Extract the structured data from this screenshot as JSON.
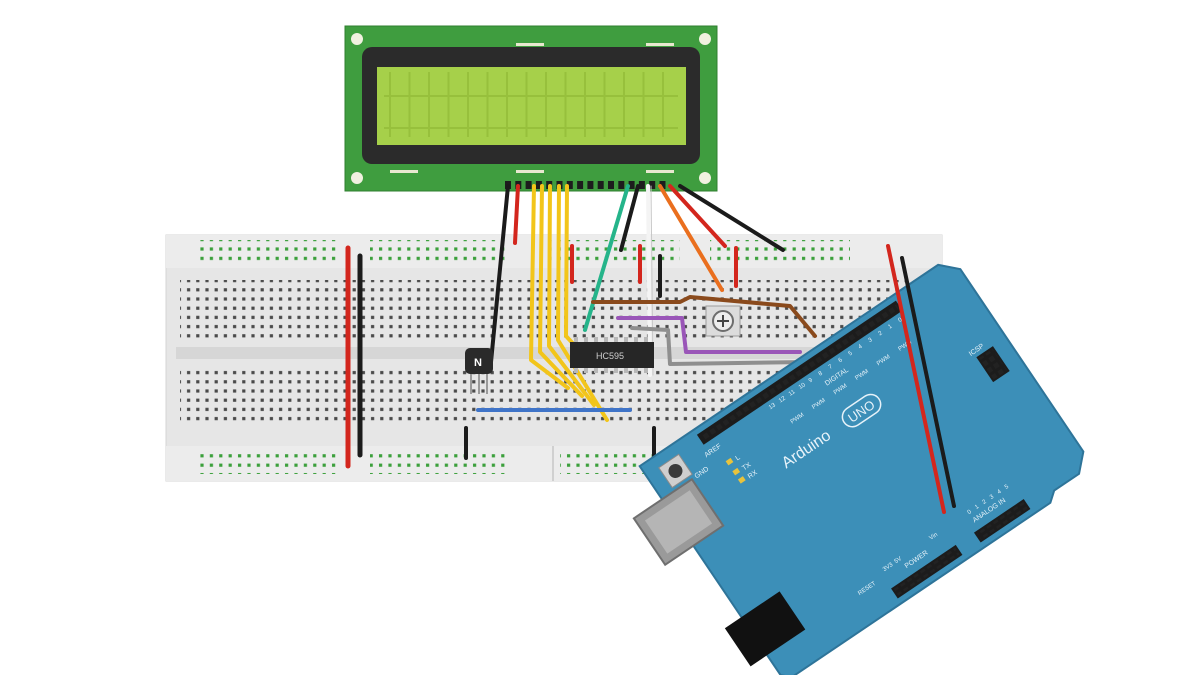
{
  "lcd": {
    "name": "16x2 character LCD",
    "pin_count": 16
  },
  "ic": {
    "label": "HC595"
  },
  "transistor": {
    "label": "N"
  },
  "arduino": {
    "brand": "Arduino",
    "model": "UNO",
    "digital_header_label": "DIGITAL",
    "pwm_labels": [
      "PWM",
      "PWM",
      "PWM",
      "PWM",
      "PWM",
      "PWM"
    ],
    "analog_label": "ANALOG IN",
    "power_label": "POWER",
    "icsp_label": "ICSP",
    "aref_label": "AREF",
    "gnd_label": "GND",
    "tx_label": "TX",
    "rx_label": "RX",
    "l_label": "L",
    "reset_label": "RESET",
    "v33_label": "3V3",
    "v5_label": "5V",
    "vin_label": "Vin",
    "pin_numbers_digital": [
      "13",
      "12",
      "11",
      "10",
      "9",
      "8",
      "7",
      "6",
      "5",
      "4",
      "3",
      "2",
      "1",
      "0"
    ],
    "pin_numbers_analog": [
      "0",
      "1",
      "2",
      "3",
      "4",
      "5"
    ]
  },
  "colors": {
    "lcd_board": "#3f9d3f",
    "lcd_screen": "#a6d04a",
    "arduino_board": "#3c8fb8",
    "breadboard": "#e9e9e9",
    "wire_yellow": "#f2c51a",
    "wire_red": "#d3261d",
    "wire_black": "#1b1b1b",
    "wire_green": "#25b48a",
    "wire_orange": "#ea6f1e",
    "wire_brown": "#8a4a1c",
    "wire_purple": "#9a56b8",
    "wire_gray": "#8f8f8f",
    "wire_blue": "#3f74c8"
  }
}
